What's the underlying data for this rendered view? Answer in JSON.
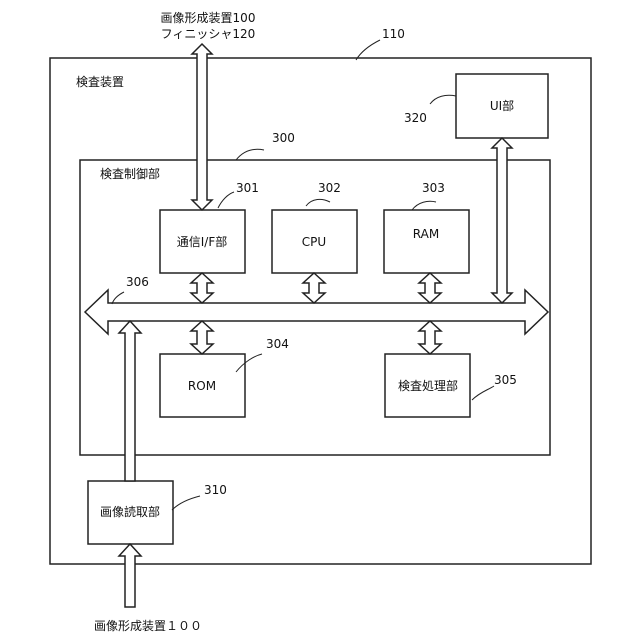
{
  "top_label": {
    "line1": "画像形成装置100",
    "line2": "フィニッシャ120"
  },
  "bottom_label": "画像形成装置１００",
  "inspection_device": {
    "label": "検査装置",
    "ref": "110"
  },
  "ui_unit": {
    "label": "UI部",
    "ref": "320"
  },
  "control_unit": {
    "label": "検査制御部",
    "ref": "300"
  },
  "comm_if": {
    "label": "通信I/F部",
    "ref": "301"
  },
  "cpu": {
    "label": "CPU",
    "ref": "302"
  },
  "ram": {
    "label": "RAM",
    "ref": "303"
  },
  "rom": {
    "label": "ROM",
    "ref": "304"
  },
  "inspection_processor": {
    "label": "検査処理部",
    "ref": "305"
  },
  "bus": {
    "ref": "306"
  },
  "image_reader": {
    "label": "画像読取部",
    "ref": "310"
  }
}
